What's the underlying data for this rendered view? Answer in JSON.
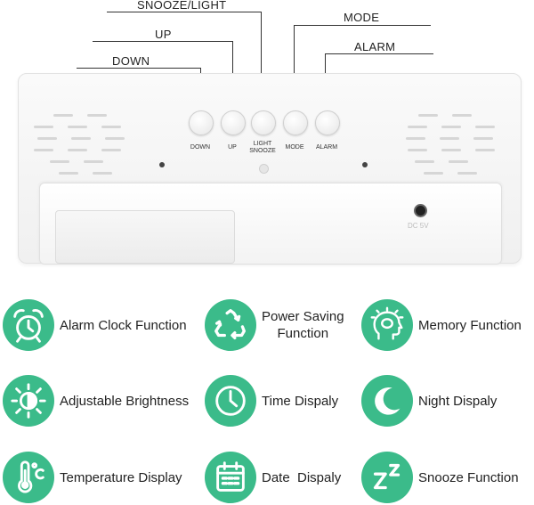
{
  "callouts": {
    "snooze_light": "SNOOZE/LIGHT",
    "up": "UP",
    "mode": "MODE",
    "down": "DOWN",
    "alarm": "ALARM"
  },
  "device_buttons": [
    "DOWN",
    "UP",
    "LIGHT\nSNOOZE",
    "MODE",
    "ALARM"
  ],
  "dc_label": "DC 5V",
  "accent_color": "#3bbb8a",
  "features": [
    {
      "label": "Alarm Clock Function",
      "icon": "alarm-clock-icon"
    },
    {
      "label": "Power Saving\nFunction",
      "icon": "recycle-icon"
    },
    {
      "label": "Memory Function",
      "icon": "brain-head-icon"
    },
    {
      "label": "Adjustable Brightness",
      "icon": "sun-brightness-icon"
    },
    {
      "label": "Time Dispaly",
      "icon": "clock-icon"
    },
    {
      "label": "Night Dispaly",
      "icon": "moon-icon"
    },
    {
      "label": "Temperature Display",
      "icon": "thermometer-icon"
    },
    {
      "label": "Date  Dispaly",
      "icon": "calendar-icon"
    },
    {
      "label": "Snooze Function",
      "icon": "snooze-zz-icon"
    }
  ]
}
